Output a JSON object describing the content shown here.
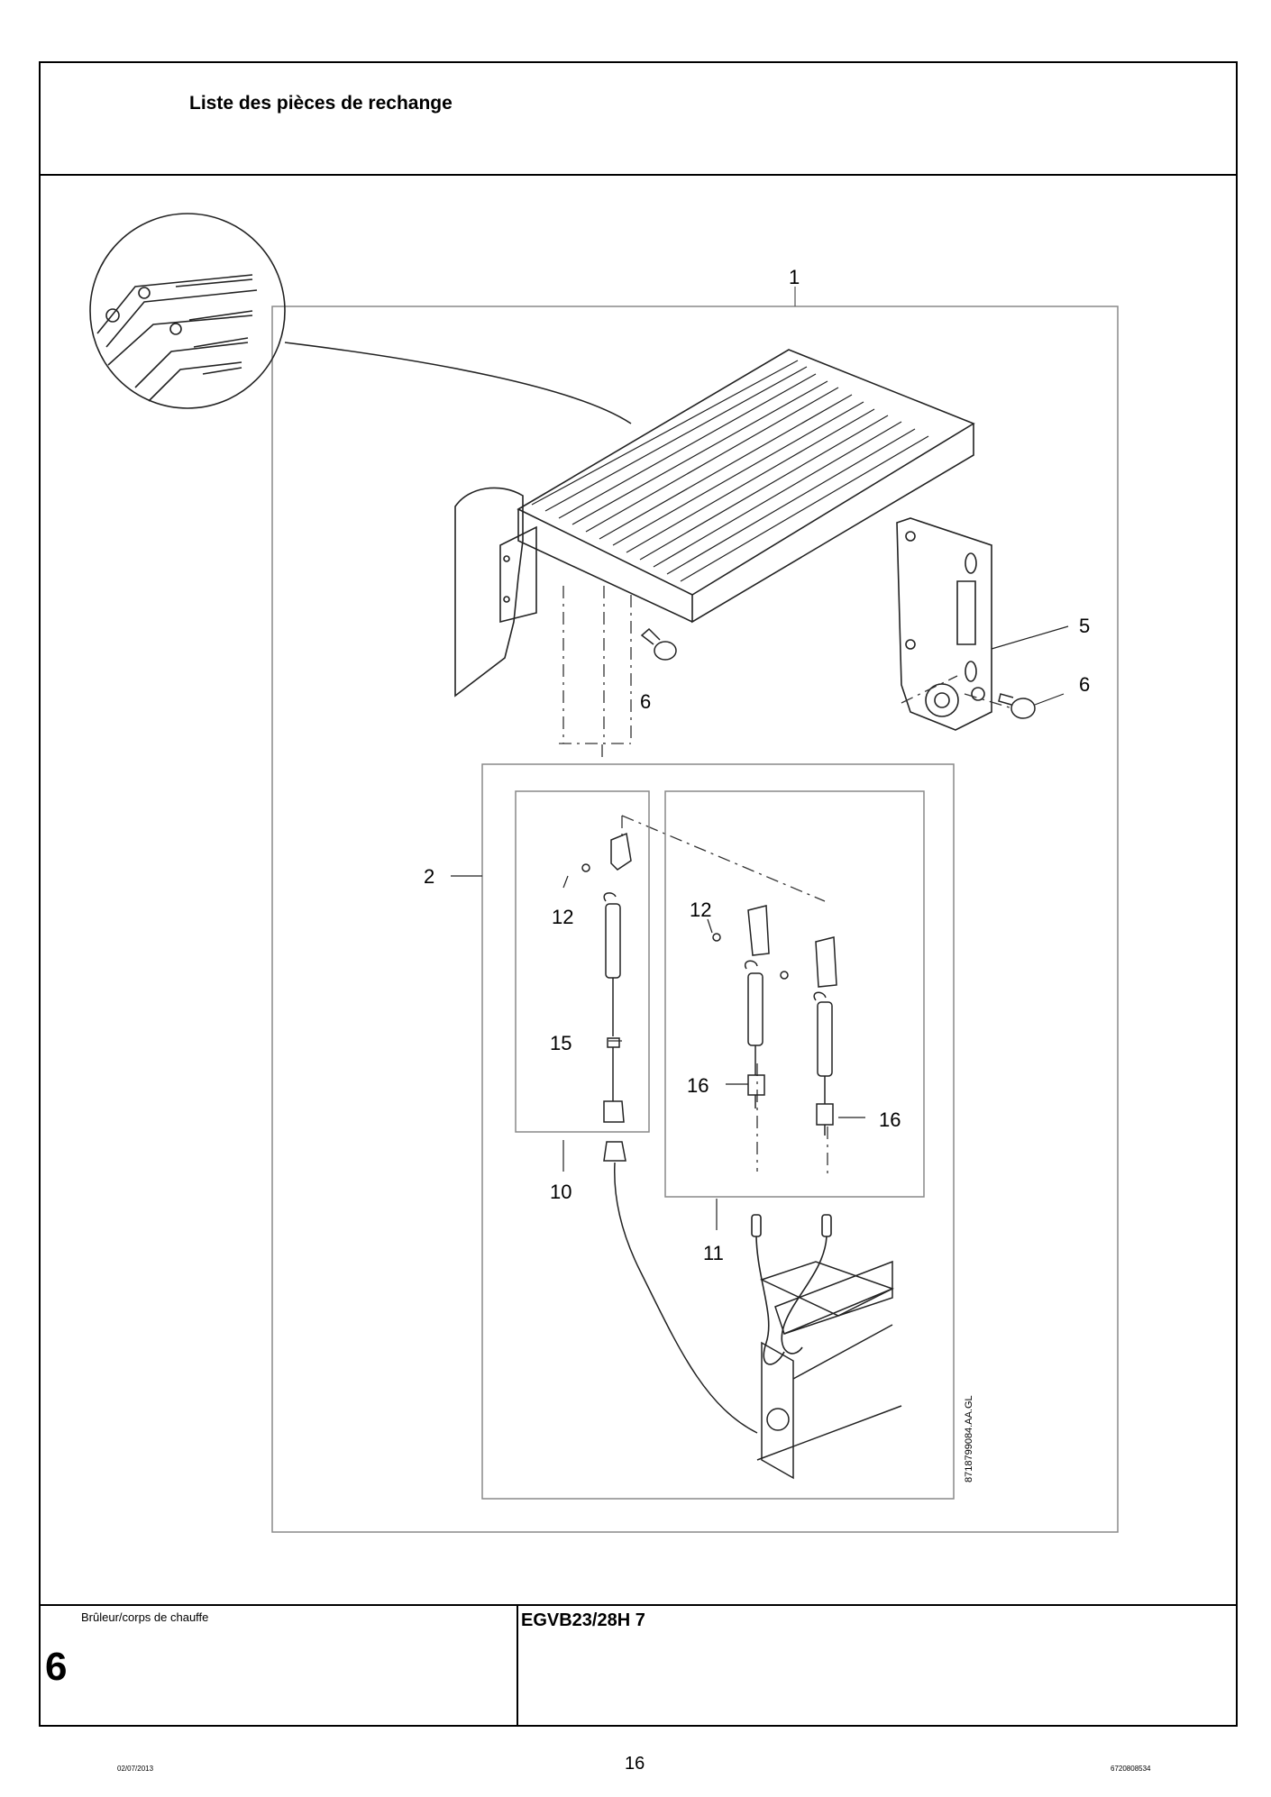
{
  "header": {
    "title": "Liste des pièces de rechange"
  },
  "footer": {
    "section_label": "Brûleur/corps de chauffe",
    "section_number": "6",
    "model": "EGVB23/28H 7",
    "date": "02/07/2013",
    "page_number": "16",
    "document_number": "6720808534"
  },
  "drawing": {
    "reference_code": "8718799084.AA.GL",
    "callouts": {
      "c1": "1",
      "c2": "2",
      "c5": "5",
      "c6a": "6",
      "c6b": "6",
      "c10": "10",
      "c11": "11",
      "c12a": "12",
      "c12b": "12",
      "c15": "15",
      "c16a": "16",
      "c16b": "16"
    }
  }
}
